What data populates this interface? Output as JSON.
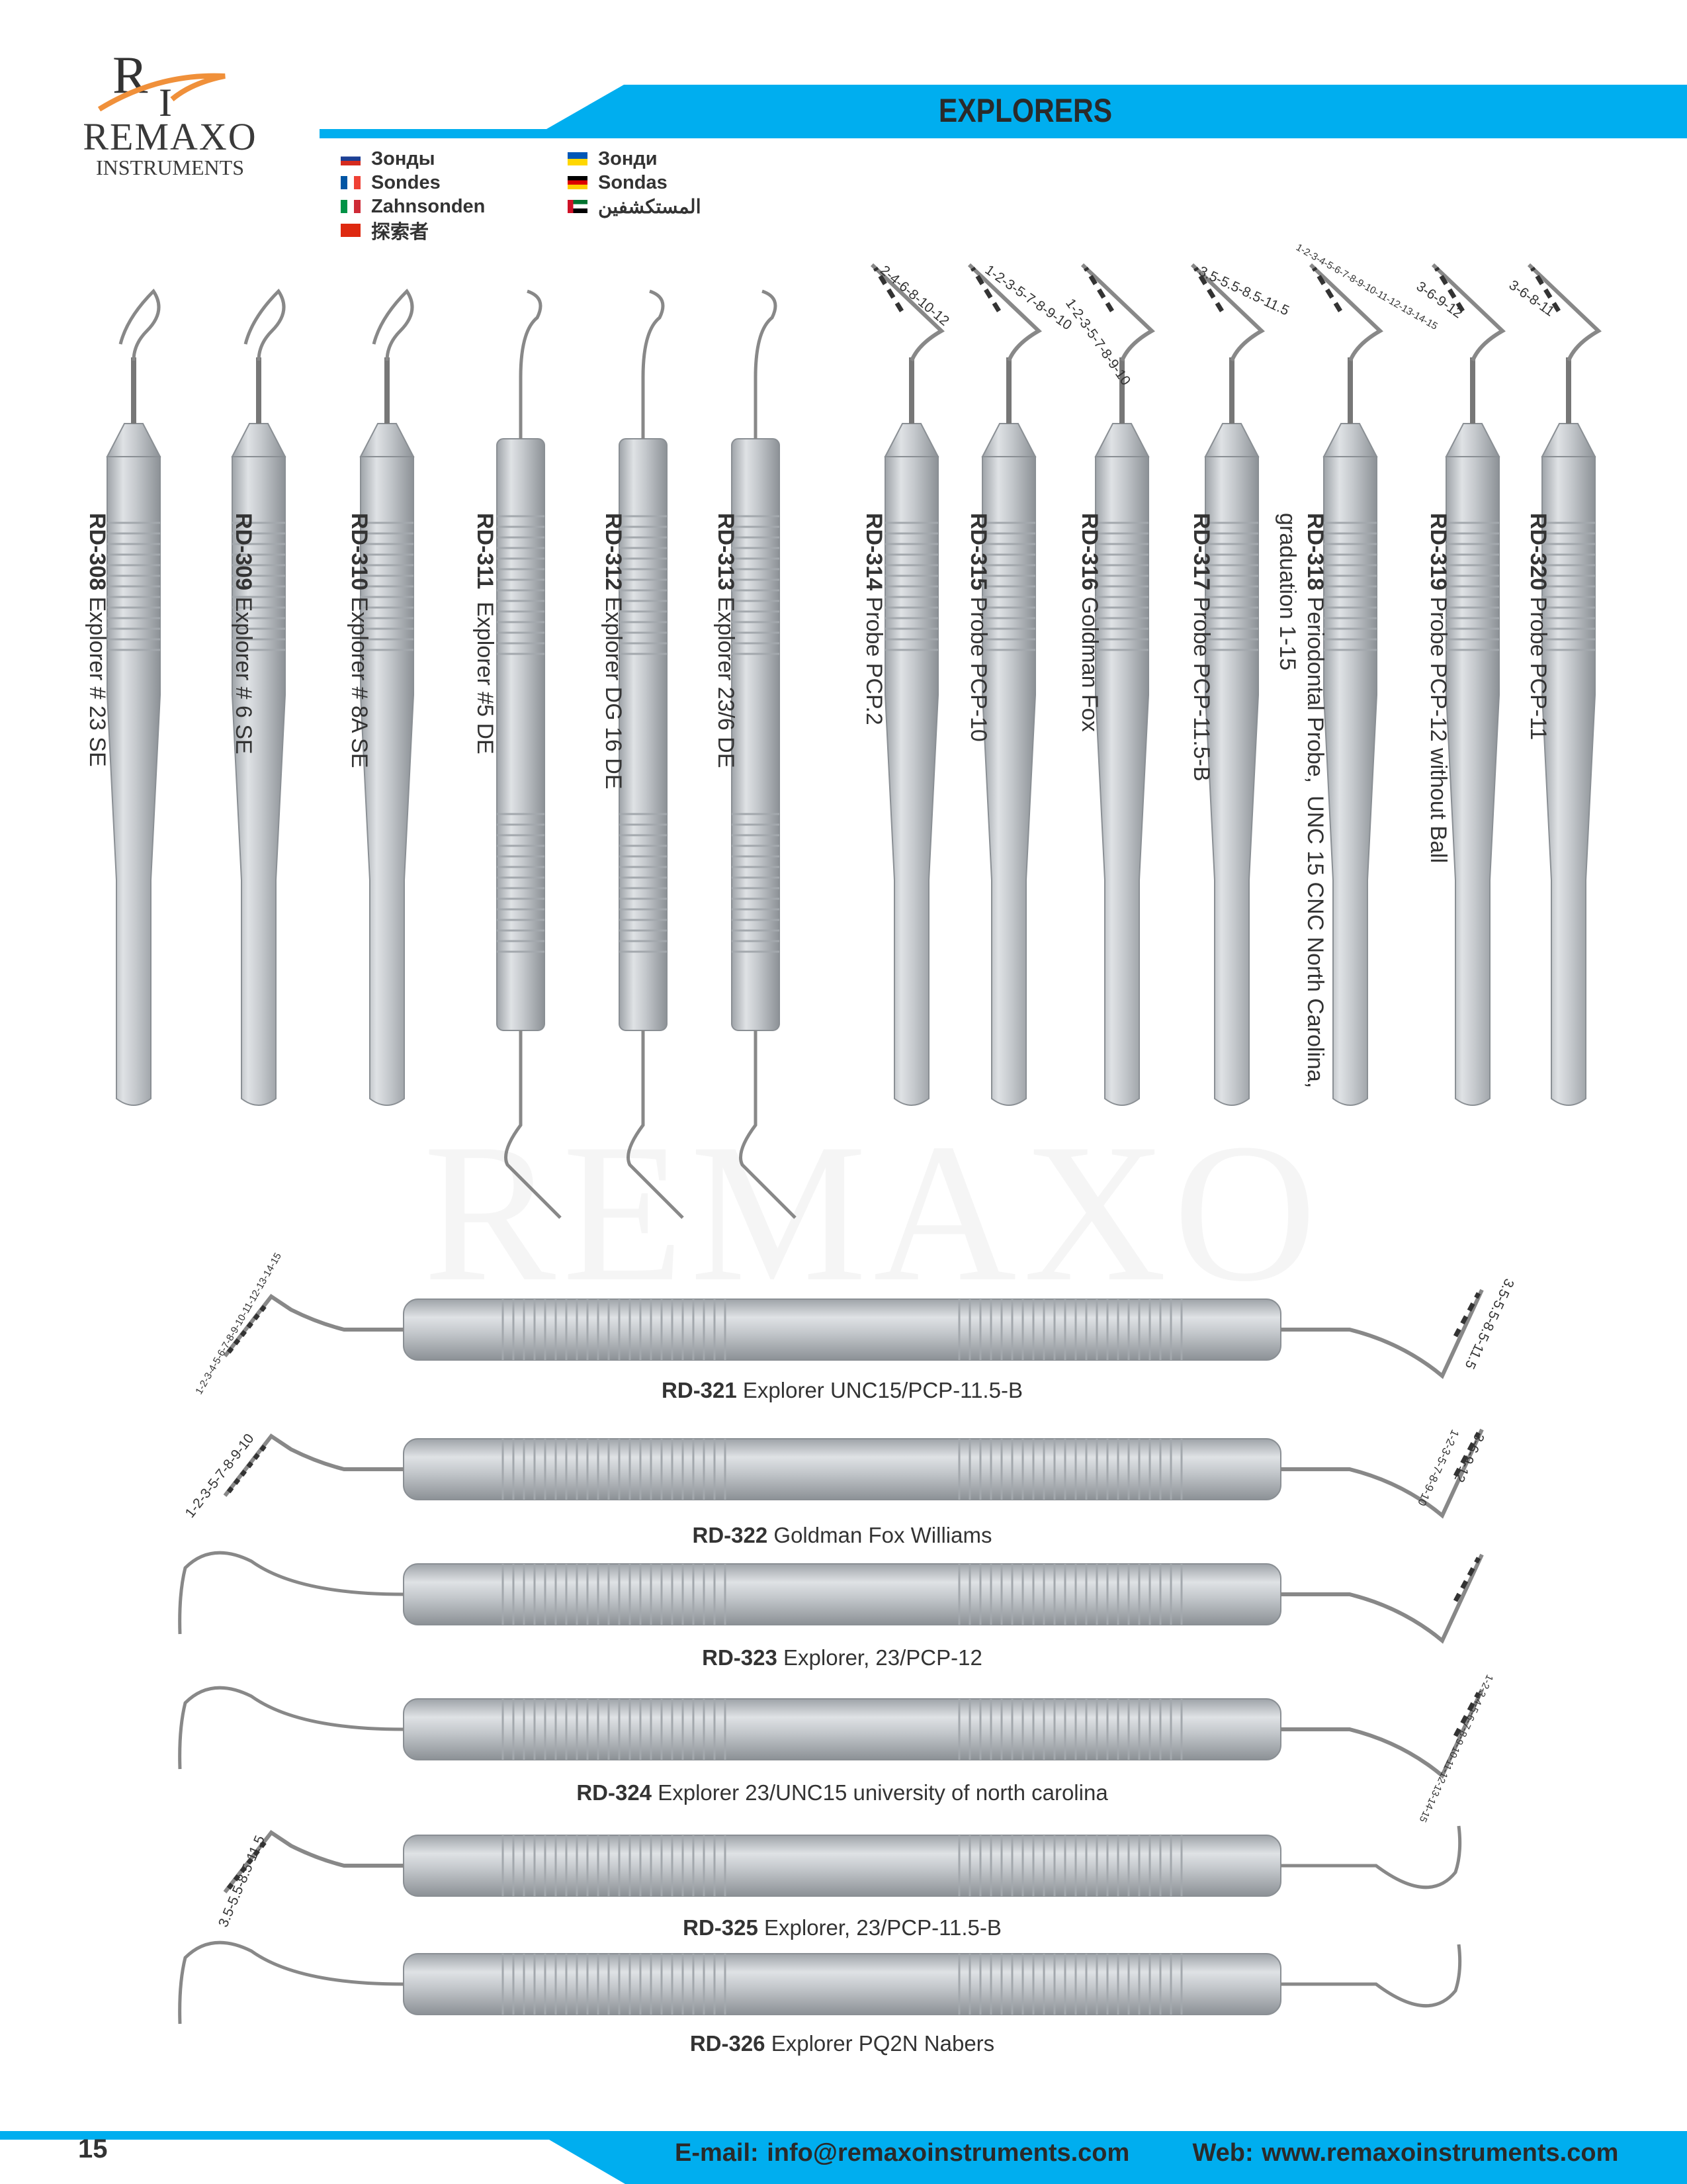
{
  "brand": {
    "logo_letters": "RI",
    "name": "REMAXO",
    "subtitle": "INSTRUMENTS"
  },
  "header": {
    "title": "EXPLORERS",
    "band_color": "#00aeef"
  },
  "languages": [
    {
      "flag": "russia",
      "text": "Зонды"
    },
    {
      "flag": "france",
      "text": "Sondes"
    },
    {
      "flag": "italy",
      "text": "Zahnsonden"
    },
    {
      "flag": "china",
      "text": "探索者"
    },
    {
      "flag": "ukraine",
      "text": "Зонди"
    },
    {
      "flag": "germany",
      "text": "Sondas"
    },
    {
      "flag": "uae",
      "text": "المستكشفين"
    }
  ],
  "vertical_instruments": [
    {
      "code": "RD-308",
      "name": " Explorer # 23 SE"
    },
    {
      "code": "RD-309",
      "name": " Explorer # 6 SE"
    },
    {
      "code": "RD-310",
      "name": " Explorer # 8A SE"
    },
    {
      "code": "RD-311",
      "name": "  Explorer #5 DE"
    },
    {
      "code": "RD-312",
      "name": " Explorer DG 16 DE"
    },
    {
      "code": "RD-313",
      "name": " Explorer 23/6 DE"
    },
    {
      "code": "RD-314",
      "name": " Probe PCP.2",
      "graduation": "2-4-6-8-10-12"
    },
    {
      "code": "RD-315",
      "name": " Probe PCP-10",
      "graduation": "1-2-3-5-7-8-9-10"
    },
    {
      "code": "RD-316",
      "name": " Goldman Fox",
      "graduation": "1-2-3-5-7-8-9-10"
    },
    {
      "code": "RD-317",
      "name": " Probe PCP-11.5-B",
      "graduation": "3.5-5.5-8.5-11.5"
    },
    {
      "code": "RD-318",
      "name": " Periodontal Probe,  UNC 15 CNC North Carolina,",
      "name2": "graduation 1-15",
      "graduation": "1-2-3-4-5-6-7-8-9-10-11-12-13-14-15"
    },
    {
      "code": "RD-319",
      "name": " Probe PCP-12 without Ball",
      "graduation": "3-6-9-12"
    },
    {
      "code": "RD-320",
      "name": " Probe PCP-11",
      "graduation": "3-6-8-11"
    }
  ],
  "horizontal_instruments": [
    {
      "code": "RD-321",
      "name": " Explorer UNC15/PCP-11.5-B",
      "graduation_left": "1-2-3-4-5-6-7-8-9-10-11-12-13-14-15",
      "graduation_right": "3.5-5.5-8.5-11.5"
    },
    {
      "code": "RD-322",
      "name": " Goldman Fox Williams",
      "graduation_left": "1-2-3-5-7-8-9-10",
      "graduation_right": "1-2-3-5-7-8-9-10"
    },
    {
      "code": "RD-323",
      "name": " Explorer, 23/PCP-12",
      "graduation_right": "3-6-9-12"
    },
    {
      "code": "RD-324",
      "name": " Explorer 23/UNC15 university of north carolina",
      "graduation_right": "1-2-3-4-5-6-7-8-9-10-11-12-13-14-15"
    },
    {
      "code": "RD-325",
      "name": " Explorer, 23/PCP-11.5-B",
      "graduation_left": "3.5-5.5-8.5-11.5"
    },
    {
      "code": "RD-326",
      "name": " Explorer PQ2N Nabers"
    }
  ],
  "footer": {
    "page_number": "15",
    "email": "E-mail: info@remaxoinstruments.com",
    "web": "Web: www.remaxoinstruments.com"
  },
  "watermark": "REMAXO"
}
